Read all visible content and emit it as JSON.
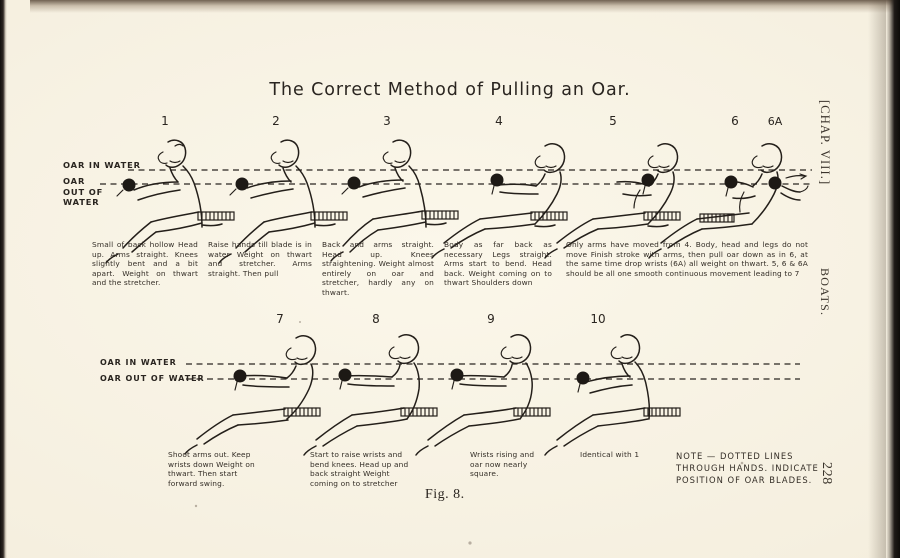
{
  "page": {
    "title": "The Correct Method of Pulling an Oar.",
    "figure_label": "Fig. 8.",
    "page_number": "228",
    "running_head_left": "[CHAP. VIII.]",
    "running_head_right": "BOATS.",
    "paper_color": "#f5efdf",
    "ink_color": "#2a2520"
  },
  "row1": {
    "numbers": [
      "1",
      "2",
      "3",
      "4",
      "5",
      "6",
      "6A"
    ],
    "waterline_labels": {
      "in_water": "OAR IN WATER",
      "out_of_water": "OAR\nOUT OF\nWATER"
    },
    "captions": [
      "Small of back hollow Head up. Arms straight. Knees slightly bent and a bit apart. Weight on thwart and the stretcher.",
      "Raise hands till blade is in water  Weight on thwart and stretcher. Arms straight.  Then pull",
      "Back and arms straight. Head up.   Knees straightening.  Weight almost entirely on oar and stretcher, hardly any on thwart.",
      "Body as far back as necessary  Legs straight. Arms start to bend.  Head back. Weight coming on to thwart  Shoulders down"
    ],
    "wide_caption": "Only arms have moved from 4.    Body, head and legs do not move   Finish stroke with arms, then pull oar down as in 6, at the same time drop wrists (6A) all weight on thwart.    5, 6 & 6A should be all one smooth continuous movement leading to 7"
  },
  "row2": {
    "numbers": [
      "7",
      "8",
      "9",
      "10"
    ],
    "waterline_labels": {
      "in_water": "OAR IN WATER",
      "out_of_water": "OAR OUT OF WATER"
    },
    "captions": [
      "Shoot arms out.  Keep wrists  down   Weight on thwart.  Then start forward swing.",
      "Start to raise wrists and bend knees.  Head up and back  straight   Weight coming on to stretcher",
      "Wrists  rising and  oar  now nearly square.",
      "Identical with 1"
    ],
    "note": "NOTE — DOTTED LINES\nTHROUGH HANDS. INDICATE\nPOSITION OF OAR BLADES."
  }
}
